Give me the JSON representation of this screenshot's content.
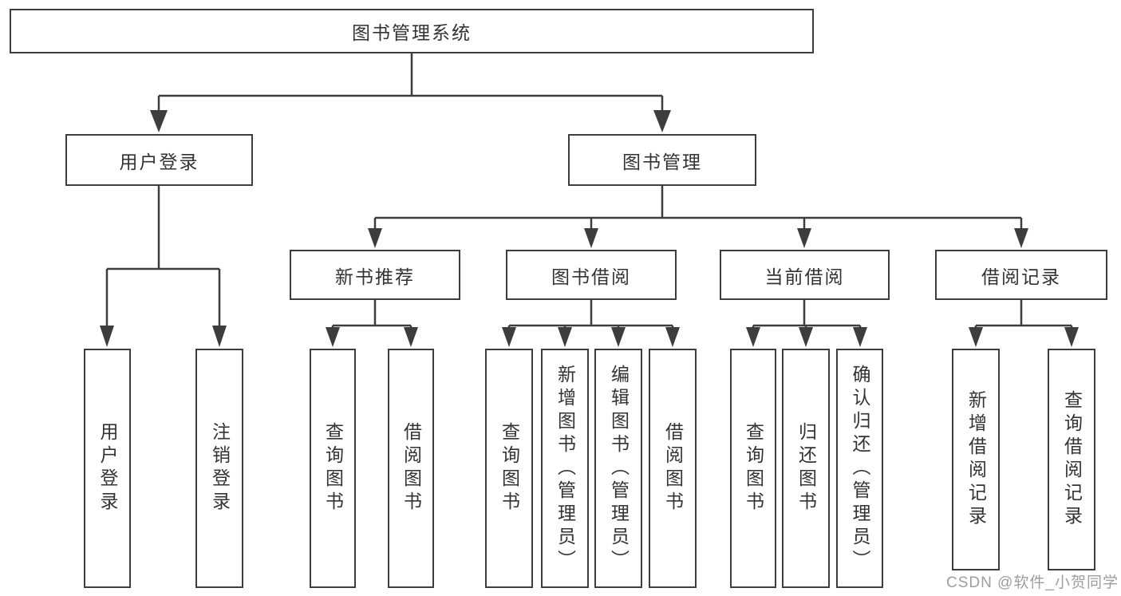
{
  "colors": {
    "line": "#3d3d3d",
    "box_border": "#3d3d3d",
    "text": "#333333",
    "watermark": "#9e9e9e",
    "background": "#ffffff"
  },
  "diagram": {
    "type": "hierarchy-tree",
    "nodes": {
      "root": "图书管理系统",
      "userLogin": "用户登录",
      "bookMgmt": "图书管理",
      "newBooks": "新书推荐",
      "bookBorrow": "图书借阅",
      "currentBorrow": "当前借阅",
      "borrowRecords": "借阅记录",
      "leafUserLogin": "用户登录",
      "leafLogout": "注销登录",
      "nbQuery": "查询图书",
      "nbBorrow": "借阅图书",
      "bbQuery": "查询图书",
      "bbAdd": "新增图书（管理员）",
      "bbEdit": "编辑图书（管理员）",
      "bbBorrow": "借阅图书",
      "cbQuery": "查询图书",
      "cbReturn": "归还图书",
      "cbConfirm": "确认归还（管理员）",
      "brAdd": "新增借阅记录",
      "brQuery": "查询借阅记录"
    },
    "edges": [
      [
        "root",
        "userLogin"
      ],
      [
        "root",
        "bookMgmt"
      ],
      [
        "userLogin",
        "leafUserLogin"
      ],
      [
        "userLogin",
        "leafLogout"
      ],
      [
        "bookMgmt",
        "newBooks"
      ],
      [
        "bookMgmt",
        "bookBorrow"
      ],
      [
        "bookMgmt",
        "currentBorrow"
      ],
      [
        "bookMgmt",
        "borrowRecords"
      ],
      [
        "newBooks",
        "nbQuery"
      ],
      [
        "newBooks",
        "nbBorrow"
      ],
      [
        "bookBorrow",
        "bbQuery"
      ],
      [
        "bookBorrow",
        "bbAdd"
      ],
      [
        "bookBorrow",
        "bbEdit"
      ],
      [
        "bookBorrow",
        "bbBorrow"
      ],
      [
        "currentBorrow",
        "cbQuery"
      ],
      [
        "currentBorrow",
        "cbReturn"
      ],
      [
        "currentBorrow",
        "cbConfirm"
      ],
      [
        "borrowRecords",
        "brAdd"
      ],
      [
        "borrowRecords",
        "brQuery"
      ]
    ]
  },
  "watermark": "CSDN @软件_小贺同学"
}
